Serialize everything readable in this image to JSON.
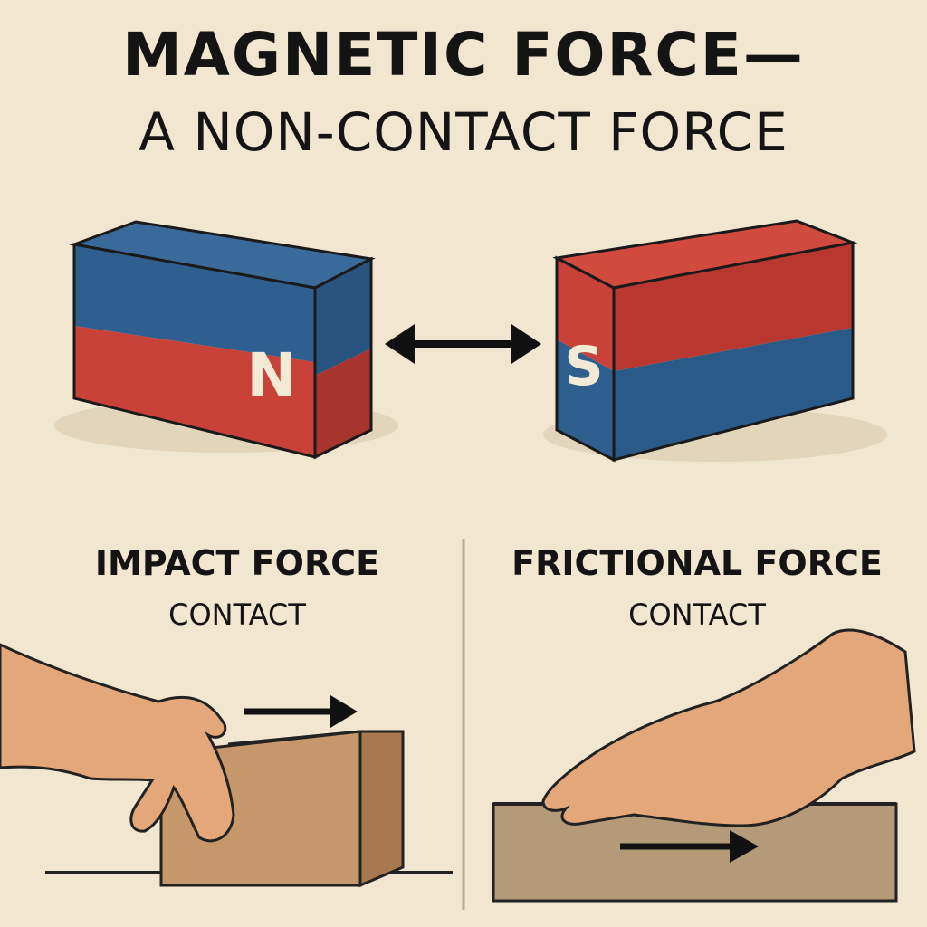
{
  "title": {
    "line1": "MAGNETIC FORCE—",
    "line2": "A NON-CONTACT FORCE"
  },
  "magnets": {
    "left_pole": "N",
    "right_pole": "S",
    "colors": {
      "red": "#c8423a",
      "blue": "#2f5f8f"
    }
  },
  "panels": [
    {
      "title": "IMPACT FORCE",
      "subtitle": "CONTACT"
    },
    {
      "title": "FRICTIONAL FORCE",
      "subtitle": "CONTACT"
    }
  ],
  "icons": [
    "double-arrow-icon",
    "right-arrow-icon",
    "hand-icon",
    "box-icon"
  ]
}
